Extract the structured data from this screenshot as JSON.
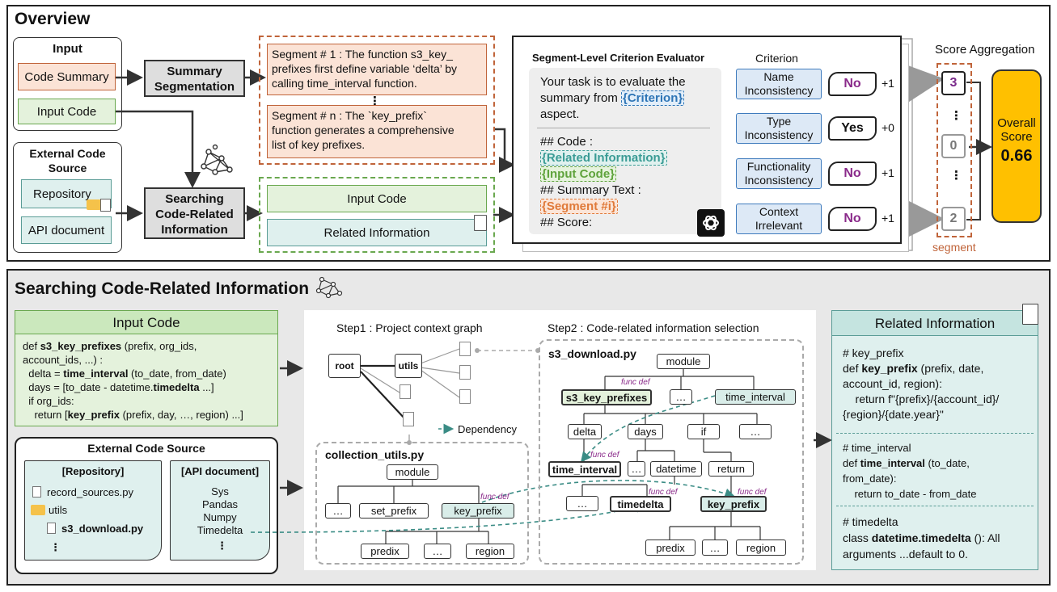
{
  "overview": {
    "title": "Overview",
    "input": {
      "title": "Input",
      "code_summary": "Code Summary",
      "input_code": "Input Code"
    },
    "external": {
      "title_line1": "External Code",
      "title_line2": "Source",
      "repository": "Repository",
      "api_document": "API document"
    },
    "summary_segmentation": [
      "Summary",
      "Segmentation"
    ],
    "searching": [
      "Searching",
      "Code-Related",
      "Information"
    ],
    "segment1": [
      "Segment # 1 : The function s3_key_",
      "prefixes first define variable ‘delta’ by",
      "calling time_interval function."
    ],
    "dots": "⋮",
    "segment_n": [
      "Segment # n : The `key_prefix`",
      "function generates a comprehensive",
      "list of key prefixes."
    ],
    "input_code_box": "Input Code",
    "related_info_box": "Related Information",
    "evaluator": {
      "title": "Segment-Level Criterion Evaluator",
      "prompt_line1": "Your task is to evaluate the",
      "prompt_line2": "summary from",
      "criterion_tag": "{Criterion}",
      "prompt_line3": "aspect.",
      "code_label": "## Code :",
      "related_tag": "{Related Information}",
      "input_tag": "{Input Code}",
      "summary_label": "## Summary Text :",
      "segment_tag": "{Segment #i}",
      "score_label": "## Score:"
    },
    "criterion_header": "Criterion",
    "criteria": [
      {
        "name": [
          "Name",
          "Inconsistency"
        ],
        "answer": "No",
        "score": "+1"
      },
      {
        "name": [
          "Type",
          "Inconsistency"
        ],
        "answer": "Yes",
        "score": "+0"
      },
      {
        "name": [
          "Functionality",
          "Inconsistency"
        ],
        "answer": "No",
        "score": "+1"
      },
      {
        "name": [
          "Context",
          "Irrelevant"
        ],
        "answer": "No",
        "score": "+1"
      }
    ],
    "score_aggregation": "Score Aggregation",
    "segment_scores": [
      "3",
      "0",
      "2"
    ],
    "segment_label": "segment",
    "overall": {
      "line1": "Overall",
      "line2": "Score",
      "value": "0.66"
    }
  },
  "search": {
    "title": "Searching Code-Related Information",
    "input_code": {
      "header": "Input Code",
      "lines": [
        [
          {
            "t": "def "
          },
          {
            "t": "s3_key_prefixes",
            "b": true
          },
          {
            "t": " (prefix, org_ids,"
          }
        ],
        [
          {
            "t": "account_ids, ...) :"
          }
        ],
        [
          {
            "t": "  delta = "
          },
          {
            "t": "time_interval",
            "b": true
          },
          {
            "t": " (to_date, from_date)"
          }
        ],
        [
          {
            "t": "  days = [to_date - datetime."
          },
          {
            "t": "timedelta",
            "b": true
          },
          {
            "t": " ...]"
          }
        ],
        [
          {
            "t": "  if org_ids:"
          }
        ],
        [
          {
            "t": "    return ["
          },
          {
            "t": "key_prefix",
            "b": true
          },
          {
            "t": " (prefix, day, …, region) ...]"
          }
        ]
      ]
    },
    "external": {
      "title": "External Code Source",
      "repo_header": "[Repository]",
      "repo_items": [
        "record_sources.py",
        "utils",
        "s3_download.py"
      ],
      "api_header": "[API document]",
      "api_items": [
        "Sys",
        "Pandas",
        "Numpy",
        "Timedelta"
      ]
    },
    "step1": {
      "title": "Step1 : Project context graph",
      "root": "root",
      "utils": "utils",
      "dependency": "Dependency",
      "file": "collection_utils.py",
      "module": "module",
      "nodes": [
        "…",
        "set_prefix",
        "key_prefix",
        "predix",
        "…",
        "region"
      ]
    },
    "step2": {
      "title": "Step2 : Code-related information selection",
      "file": "s3_download.py",
      "module": "module",
      "func_def": "func def",
      "level1": [
        "s3_key_prefixes",
        "…",
        "time_interval"
      ],
      "level2": [
        "delta",
        "days",
        "if",
        "…"
      ],
      "level3": [
        "time_interval",
        "…",
        "datetime",
        "return"
      ],
      "level4": [
        "…",
        "timedelta",
        "key_prefix"
      ],
      "level5": [
        "predix",
        "…",
        "region"
      ]
    },
    "related": {
      "header": "Related Information",
      "blocks": [
        [
          [
            {
              "t": "# key_prefix"
            }
          ],
          [
            {
              "t": "def "
            },
            {
              "t": "key_prefix",
              "b": true
            },
            {
              "t": " (prefix, date,"
            }
          ],
          [
            {
              "t": "account_id, region):"
            }
          ],
          [
            {
              "t": "    return f\"{prefix}/{account_id}/"
            }
          ],
          [
            {
              "t": "{region}/{date.year}\""
            }
          ]
        ],
        [
          [
            {
              "t": "# time_interval"
            }
          ],
          [
            {
              "t": "def "
            },
            {
              "t": "time_interval",
              "b": true
            },
            {
              "t": " (to_date,"
            }
          ],
          [
            {
              "t": "from_date):"
            }
          ],
          [
            {
              "t": "    return to_date - from_date"
            }
          ]
        ],
        [
          [
            {
              "t": "# timedelta"
            }
          ],
          [
            {
              "t": "class "
            },
            {
              "t": "datetime.timedelta",
              "b": true
            },
            {
              "t": " (): All"
            }
          ],
          [
            {
              "t": "arguments ...default to 0."
            }
          ]
        ]
      ]
    }
  }
}
